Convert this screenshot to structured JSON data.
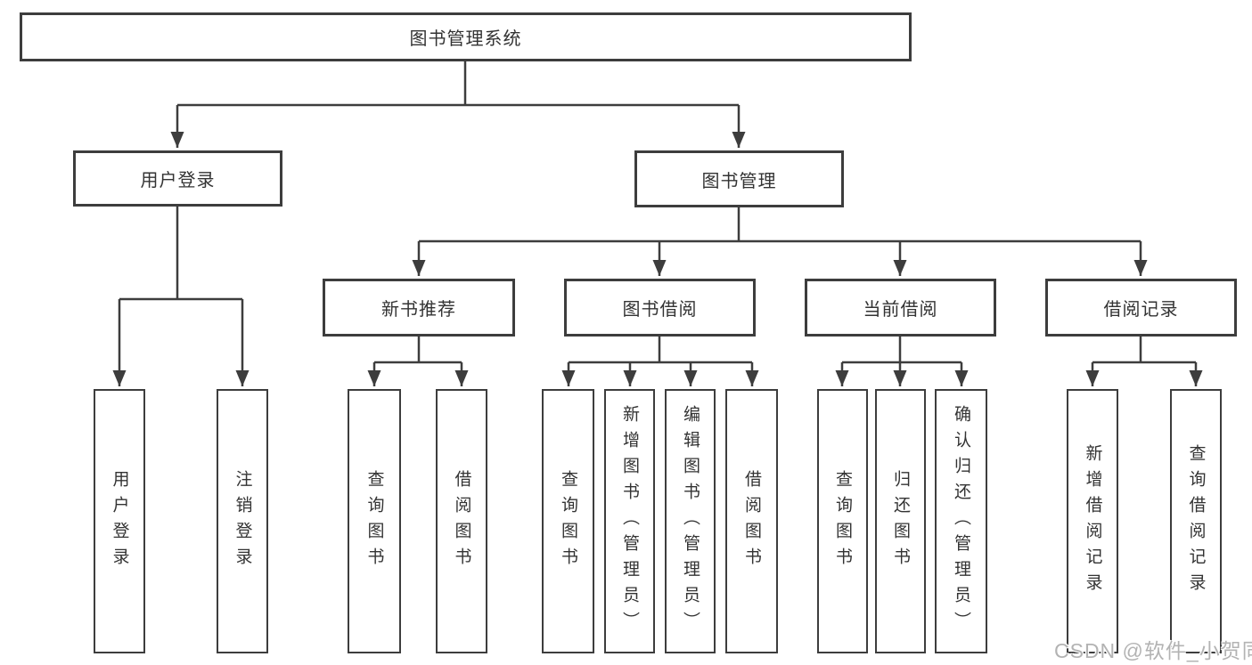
{
  "diagram": {
    "root": {
      "label": "图书管理系统"
    },
    "branches": [
      {
        "label": "用户登录",
        "children": [
          {
            "label": "用户登录"
          },
          {
            "label": "注销登录"
          }
        ]
      },
      {
        "label": "图书管理",
        "children": [
          {
            "label": "新书推荐",
            "children": [
              {
                "label": "查询图书"
              },
              {
                "label": "借阅图书"
              }
            ]
          },
          {
            "label": "图书借阅",
            "children": [
              {
                "label": "查询图书"
              },
              {
                "label": "新增图书（管理员）"
              },
              {
                "label": "编辑图书（管理员）"
              },
              {
                "label": "借阅图书"
              }
            ]
          },
          {
            "label": "当前借阅",
            "children": [
              {
                "label": "查询图书"
              },
              {
                "label": "归还图书"
              },
              {
                "label": "确认归还（管理员）"
              }
            ]
          },
          {
            "label": "借阅记录",
            "children": [
              {
                "label": "新增借阅记录"
              },
              {
                "label": "查询借阅记录"
              }
            ]
          }
        ]
      }
    ]
  },
  "watermark": {
    "text": "CSDN @软件_小贺同学"
  },
  "colors": {
    "line": "#3d3d3d",
    "text": "#333333",
    "watermark": "#b3b3b3",
    "background": "#ffffff"
  }
}
